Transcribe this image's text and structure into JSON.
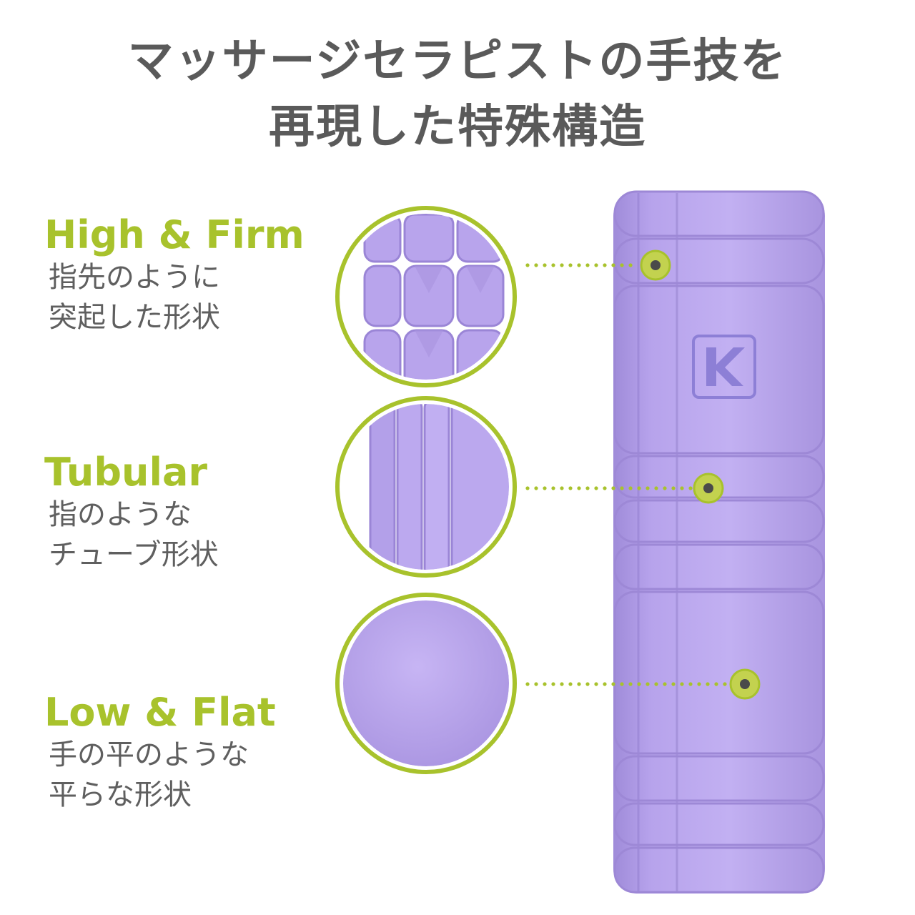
{
  "headline": {
    "line1": "マッサージセラピストの手技を",
    "line2": "再現した特殊構造"
  },
  "features": [
    {
      "name": "High & Firm",
      "desc_line1": "指先のように",
      "desc_line2": "突起した形状"
    },
    {
      "name": "Tubular",
      "desc_line1": "指のような",
      "desc_line2": "チューブ形状"
    },
    {
      "name": "Low & Flat",
      "desc_line1": "手の平のような",
      "desc_line2": "平らな形状"
    }
  ],
  "colors": {
    "accent": "#a8c22c",
    "roller": "#b9a6eb",
    "roller_shadow": "#9f8bd9",
    "text": "#5a5a5a"
  },
  "icons": {
    "logo": "trigger-point-logo-icon"
  }
}
